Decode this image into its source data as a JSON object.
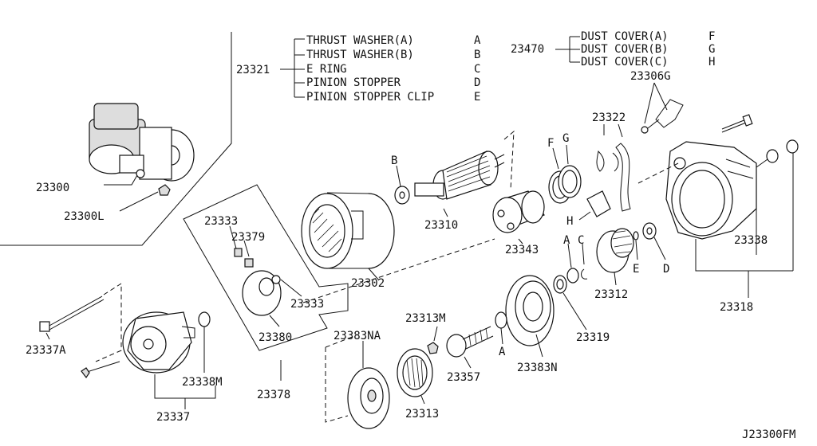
{
  "diagram": {
    "code": "J23300FM",
    "groups": [
      {
        "part": "23321",
        "items": [
          {
            "name": "THRUST WASHER(A)",
            "letter": "A"
          },
          {
            "name": "THRUST WASHER(B)",
            "letter": "B"
          },
          {
            "name": "E RING",
            "letter": "C"
          },
          {
            "name": "PINION STOPPER",
            "letter": "D"
          },
          {
            "name": "PINION STOPPER CLIP",
            "letter": "E"
          }
        ]
      },
      {
        "part": "23470",
        "items": [
          {
            "name": "DUST COVER(A)",
            "letter": "F"
          },
          {
            "name": "DUST COVER(B)",
            "letter": "G"
          },
          {
            "name": "DUST COVER(C)",
            "letter": "H"
          }
        ]
      }
    ],
    "part_labels": {
      "p23306G": "23306G",
      "p23322": "23322",
      "p23300": "23300",
      "p23300L": "23300L",
      "p23310": "23310",
      "p23343": "23343",
      "p23302": "23302",
      "p23333a": "23333",
      "p23379": "23379",
      "p23333b": "23333",
      "p23380": "23380",
      "p23378": "23378",
      "p23337A": "23337A",
      "p23338M": "23338M",
      "p23337": "23337",
      "p23383NA": "23383NA",
      "p23313M": "23313M",
      "p23357": "23357",
      "p23313": "23313",
      "p23383N": "23383N",
      "p23319": "23319",
      "p23312": "23312",
      "p23338": "23338",
      "p23318": "23318"
    },
    "letter_labels": {
      "B": "B",
      "F": "F",
      "G": "G",
      "H": "H",
      "A1": "A",
      "C": "C",
      "E": "E",
      "D": "D",
      "A2": "A"
    }
  }
}
